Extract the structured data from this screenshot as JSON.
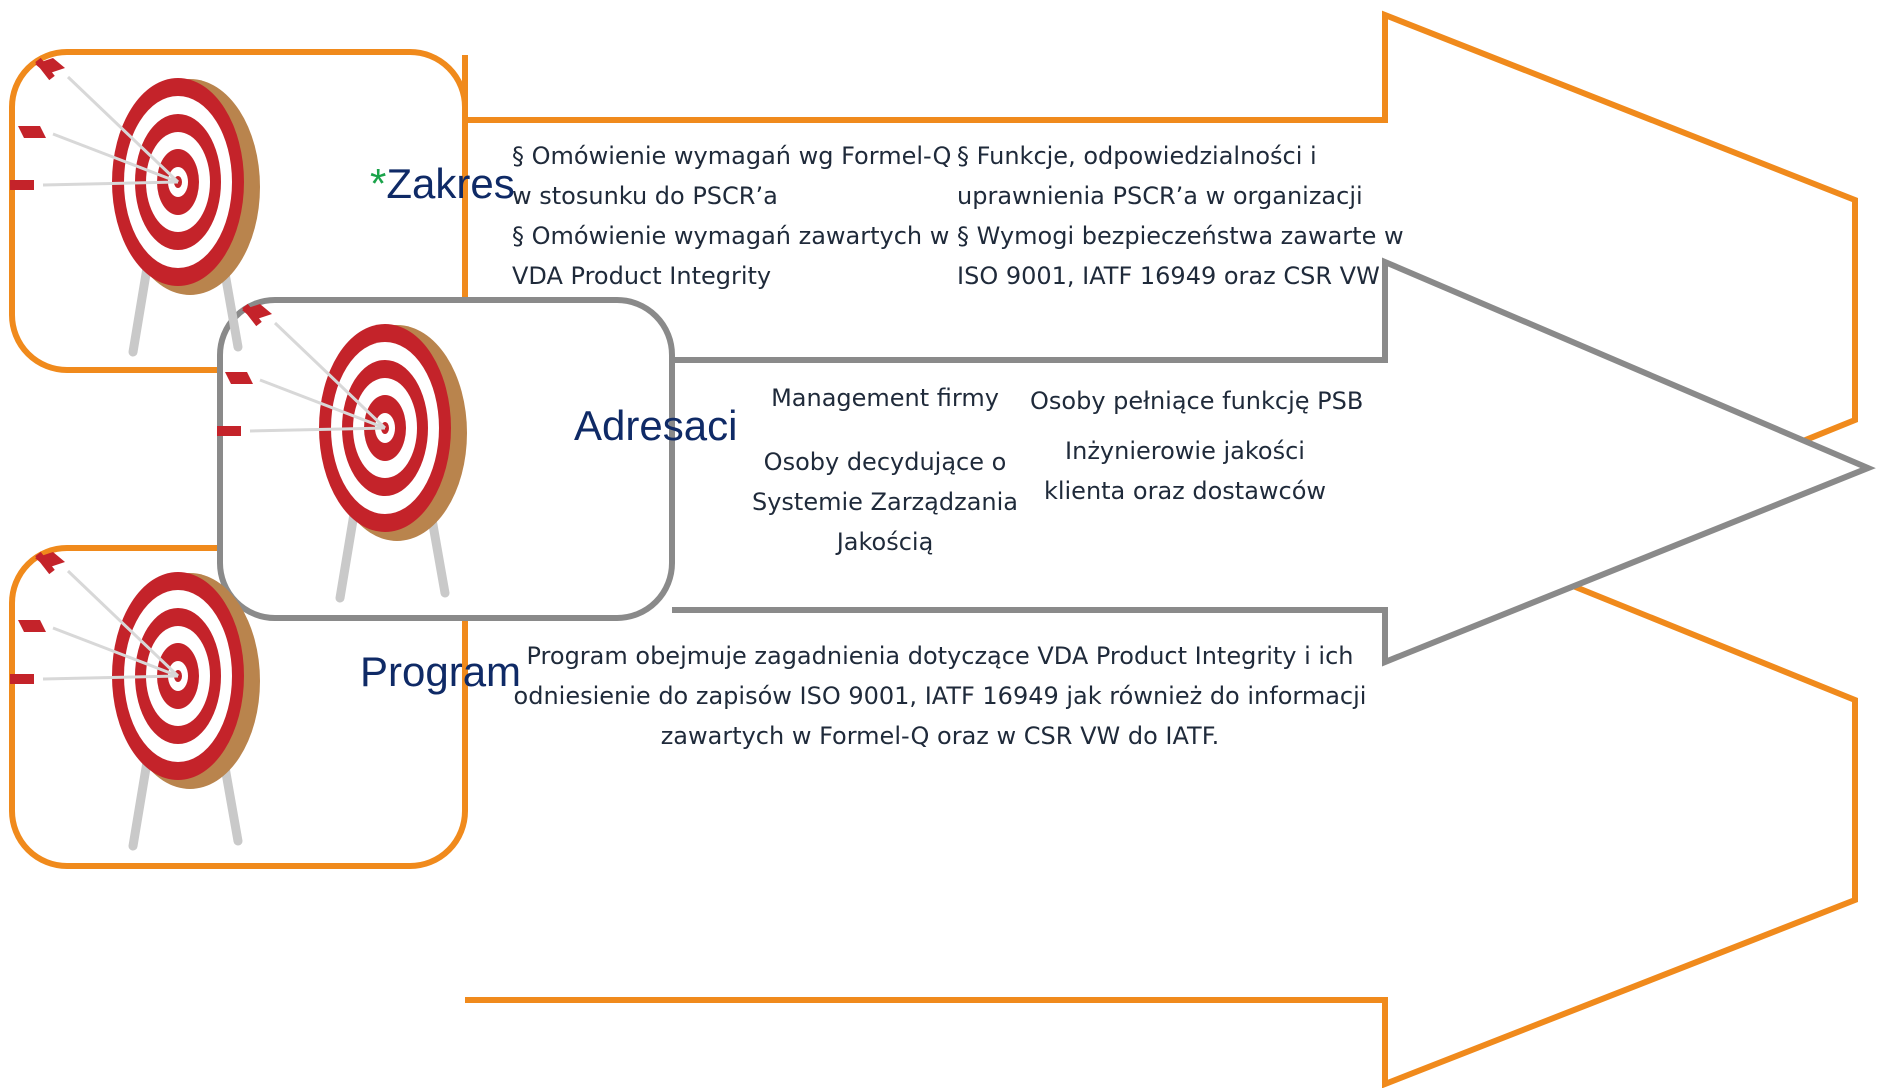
{
  "colors": {
    "orange": "#f08a1c",
    "gray": "#8a8a8a",
    "title": "#0f2a66",
    "text": "#1f2a3a",
    "asterisk": "#1aa34a",
    "target_red": "#c4232a",
    "target_rim": "#b9844d"
  },
  "icons": [
    "target-icon",
    "arrow-icon"
  ],
  "sections": {
    "zakres": {
      "asterisk": "*",
      "title": "Zakres",
      "items": [
        {
          "lines": [
            "§ Omówienie wymagań wg Formel-Q",
            "w stosunku do PSCR’a"
          ]
        },
        {
          "lines": [
            "§ Funkcje, odpowiedzialności i",
            "uprawnienia PSCR’a w organizacji"
          ]
        },
        {
          "lines": [
            "§ Omówienie wymagań zawartych w",
            "VDA Product Integrity"
          ]
        },
        {
          "lines": [
            "§ Wymogi bezpieczeństwa zawarte w",
            "ISO 9001, IATF 16949 oraz CSR VW"
          ]
        }
      ]
    },
    "adresaci": {
      "title": "Adresaci",
      "items": [
        {
          "lines": [
            "Management firmy"
          ]
        },
        {
          "lines": [
            "Osoby pełniące funkcję PSB"
          ]
        },
        {
          "lines": [
            "Osoby decydujące o",
            "Systemie Zarządzania",
            "Jakością"
          ]
        },
        {
          "lines": [
            "Inżynierowie jakości",
            "klienta oraz dostawców"
          ]
        }
      ]
    },
    "program": {
      "title": "Program",
      "lines": [
        "Program obejmuje zagadnienia dotyczące VDA Product Integrity i ich",
        "odniesienie do zapisów ISO 9001, IATF 16949 jak również do informacji",
        "zawartych w Formel-Q oraz w CSR VW do IATF."
      ]
    }
  }
}
